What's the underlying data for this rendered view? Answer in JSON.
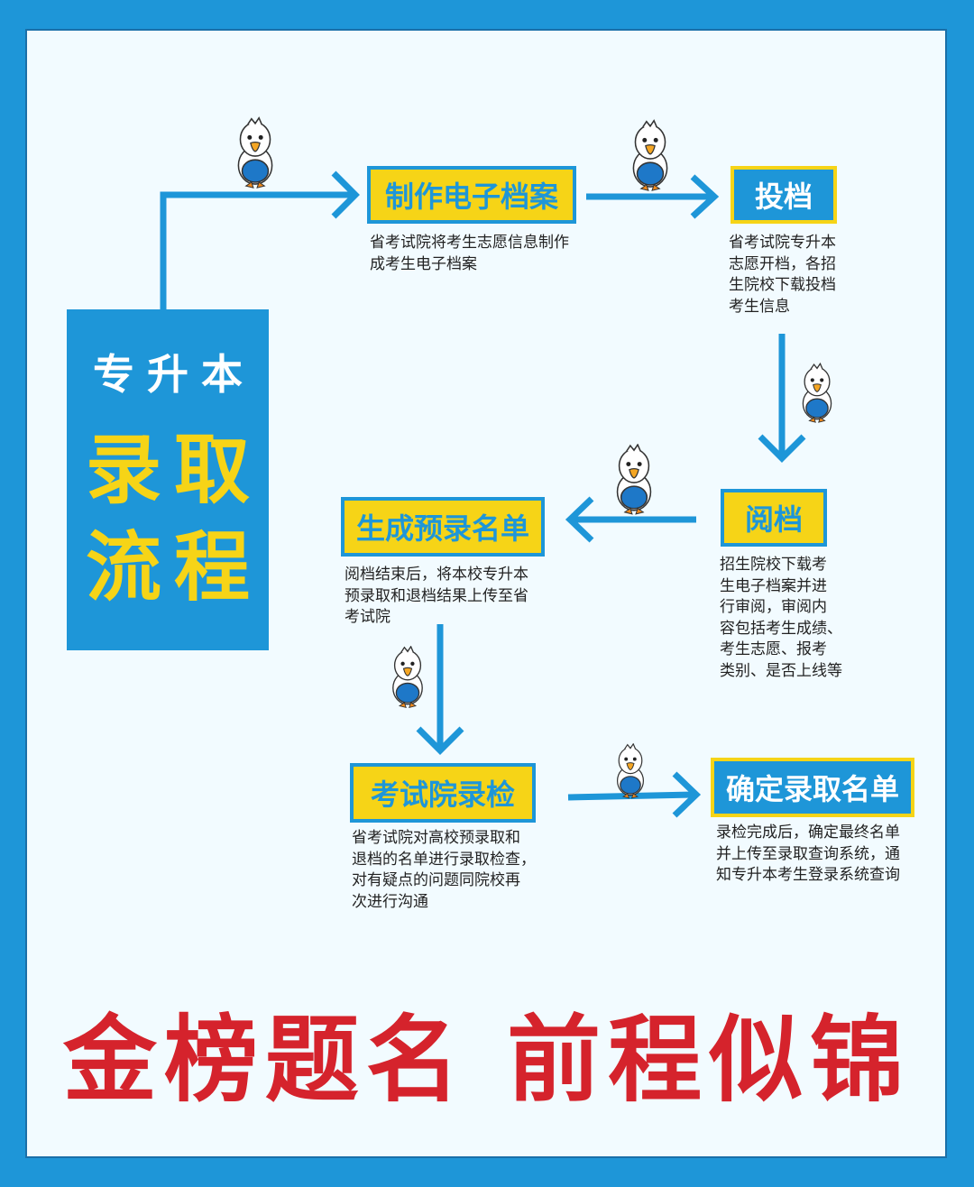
{
  "main": {
    "subtitle": "专升本",
    "title_line1": "录取",
    "title_line2": "流程"
  },
  "steps": [
    {
      "label": "制作电子档案",
      "desc": "省考试院将考生志愿信息制作\n成考生电子档案"
    },
    {
      "label": "投档",
      "desc": "省考试院专升本\n志愿开档，各招\n生院校下载投档\n考生信息"
    },
    {
      "label": "阅档",
      "desc": "招生院校下载考\n生电子档案并进\n行审阅，审阅内\n容包括考生成绩、\n考生志愿、报考\n类别、是否上线等"
    },
    {
      "label": "生成预录名单",
      "desc": "阅档结束后，将本校专升本\n预录取和退档结果上传至省\n考试院"
    },
    {
      "label": "考试院录检",
      "desc": "省考试院对高校预录取和\n退档的名单进行录取检查，\n对有疑点的问题同院校再\n次进行沟通"
    },
    {
      "label": "确定录取名单",
      "desc": "录检完成后，确定最终名单\n并上传至录取查询系统，通\n知专升本考生登录系统查询"
    }
  ],
  "slogan": "金榜题名 前程似锦",
  "colors": {
    "frame": "#1e96d8",
    "accent_yellow": "#f6d417",
    "slogan_red": "#d5232c",
    "background": "#f2fbff"
  },
  "icons": [
    "eagle-mascot-icon"
  ]
}
